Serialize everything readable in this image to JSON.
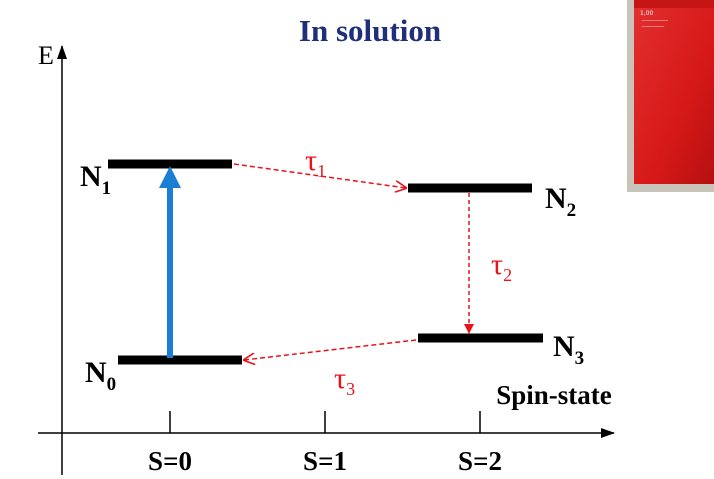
{
  "title": "In solution",
  "y_axis_label": "E",
  "x_axis_label": "Spin-state",
  "x_ticks": [
    "S=0",
    "S=1",
    "S=2"
  ],
  "levels": [
    {
      "name": "N",
      "sub": "1"
    },
    {
      "name": "N",
      "sub": "2"
    },
    {
      "name": "N",
      "sub": "3"
    },
    {
      "name": "N",
      "sub": "0"
    }
  ],
  "transitions": [
    {
      "symbol": "τ",
      "sub": "1"
    },
    {
      "symbol": "τ",
      "sub": "2"
    },
    {
      "symbol": "τ",
      "sub": "3"
    }
  ],
  "photo": {
    "caption": "1,00"
  },
  "colors": {
    "title": "#1f2f7a",
    "tau": "#e8141b",
    "excitation": "#1a7fd4",
    "level": "#000000",
    "photo_red": "#e01818"
  }
}
